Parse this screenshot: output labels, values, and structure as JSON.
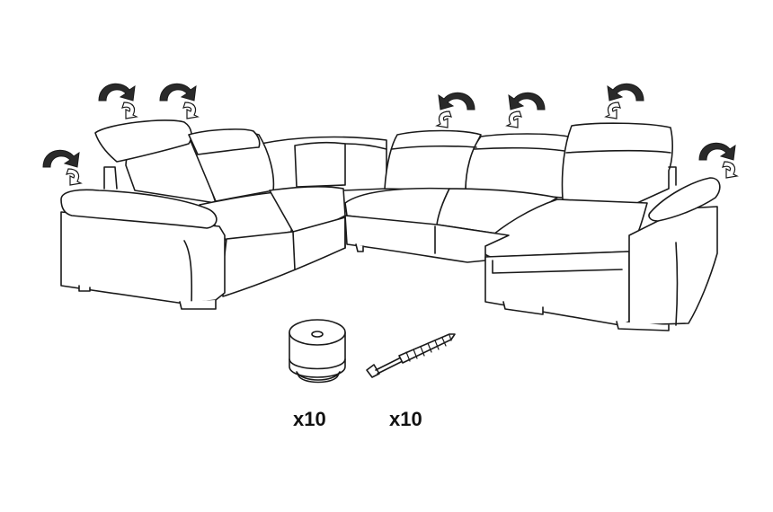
{
  "parts": {
    "feet": {
      "quantity_label": "x10",
      "icon": "furniture-foot-icon"
    },
    "screws": {
      "quantity_label": "x10",
      "icon": "wood-screw-icon"
    }
  },
  "adjustable_headrests": {
    "rotation_arrow_icon": "rotate-arrow-icon",
    "count": 7
  },
  "colors": {
    "line": "#1a1a1a",
    "arrow_fill": "#2a2a2a",
    "background": "#ffffff"
  }
}
